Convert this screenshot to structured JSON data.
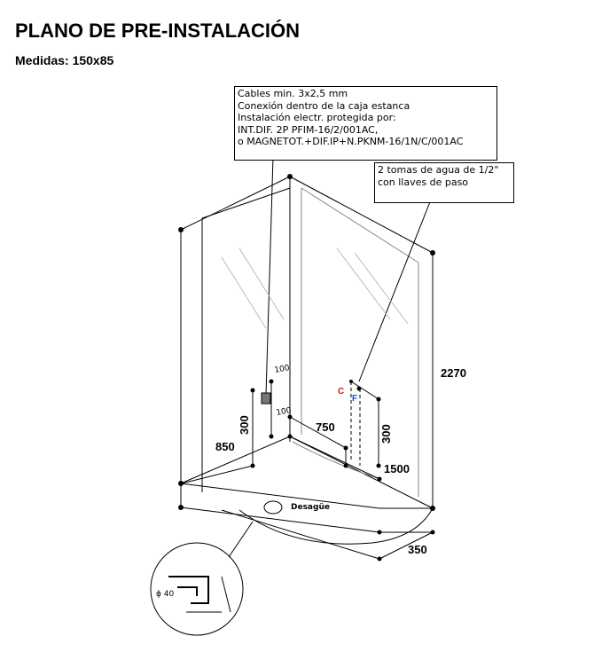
{
  "header": {
    "title": "PLANO DE PRE-INSTALACIÓN",
    "subtitle": "Medidas: 150x85"
  },
  "electrical_note": {
    "lines": [
      "Cables min. 3x2,5 mm",
      "Conexión dentro de la caja estanca",
      "Instalación electr. protegida por:",
      "INT.DIF. 2P PFIM-16/2/001AC,",
      "o MAGNETOT.+DIF.IP+N.PKNM-16/1N/C/001AC"
    ]
  },
  "water_note": {
    "lines": [
      "2 tomas de agua de 1/2\"",
      "con llaves de paso"
    ]
  },
  "dimensions": {
    "height": "2270",
    "depth": "850",
    "width": "1500",
    "outlet_offset": "750",
    "outlet_height_left": "300",
    "outlet_height_right": "300",
    "drain_offset": "350",
    "box_offset_a": "100",
    "box_offset_b": "100"
  },
  "labels": {
    "hot": "C",
    "cold": "F",
    "drain": "Desagüe",
    "drain_diameter": "ɸ 40"
  },
  "colors": {
    "hot": "#cc2222",
    "cold": "#2244cc",
    "line": "#000000",
    "light_line": "#555555"
  }
}
